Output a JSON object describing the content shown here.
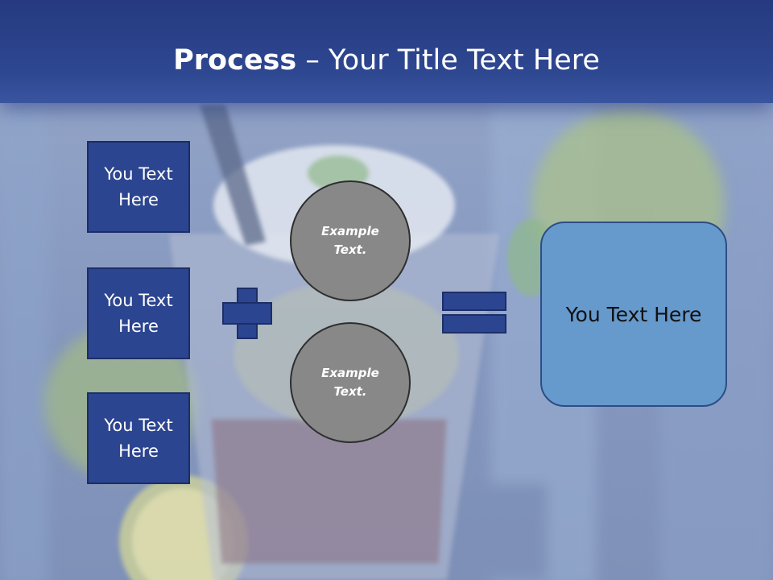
{
  "header": {
    "title_bold": "Process",
    "title_rest": " – Your Title Text Here"
  },
  "inputs": [
    {
      "label": "You Text Here"
    },
    {
      "label": "You Text Here"
    },
    {
      "label": "You Text Here"
    }
  ],
  "circles": [
    {
      "label": "Example Text."
    },
    {
      "label": "Example Text."
    }
  ],
  "result": {
    "label": "You Text Here"
  },
  "colors": {
    "header": "#2e4791",
    "box": "#2c4590",
    "circle": "#888888",
    "result": "#6699cc"
  }
}
